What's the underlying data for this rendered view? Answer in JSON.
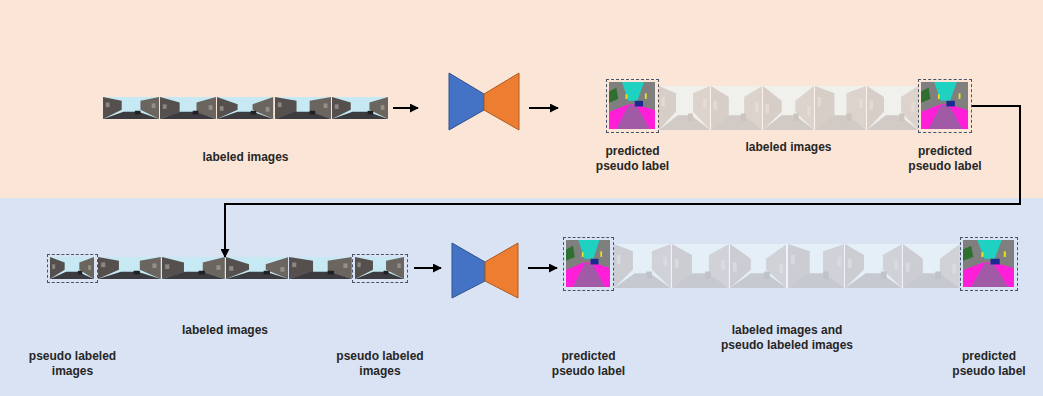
{
  "diagram": {
    "nodes": [
      {
        "text": [
          "labeled images"
        ]
      },
      {
        "text": [
          "predicted pseudo label"
        ]
      },
      {
        "text": [
          "labeled images"
        ]
      },
      {
        "text": [
          "predicted pseudo label"
        ]
      },
      {
        "text": [
          "pseudo labeled images"
        ]
      },
      {
        "text": [
          "labeled images"
        ]
      },
      {
        "text": [
          "pseudo labeled images"
        ]
      },
      {
        "text": [
          "predicted pseudo label"
        ]
      },
      {
        "text": [
          "labeled images and pseudo labeled images"
        ]
      },
      {
        "text": [
          "predicted pseudo label"
        ]
      }
    ],
    "edges": [
      {
        "from": 3,
        "to": 5,
        "arrow": "to"
      }
    ]
  }
}
